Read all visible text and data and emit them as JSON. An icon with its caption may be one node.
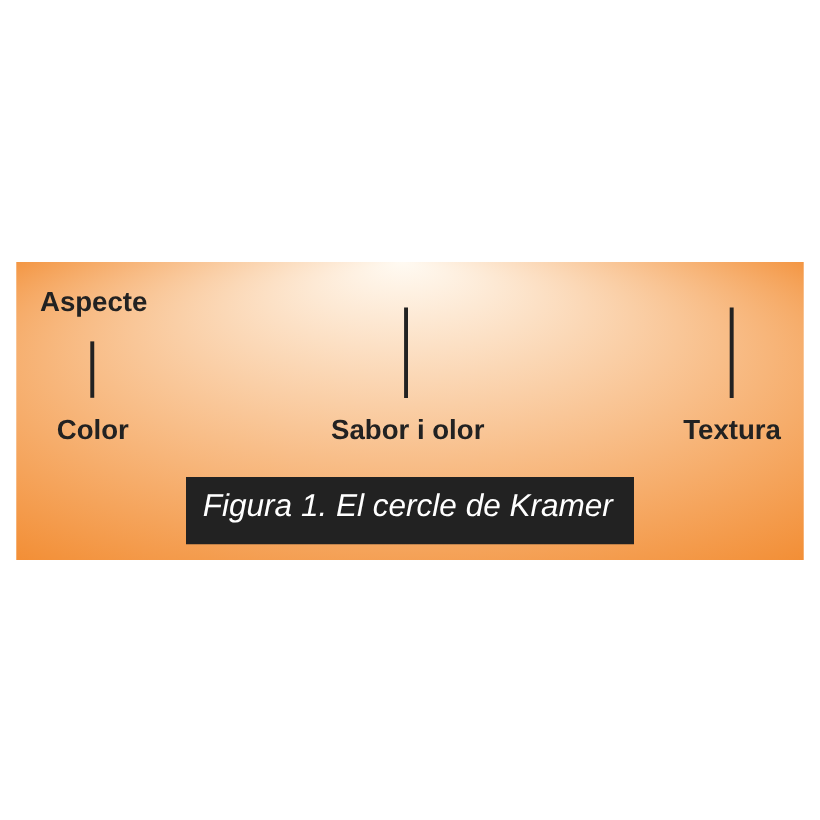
{
  "diagram": {
    "caption": "Figura 1. El cercle de Kramer",
    "nodes": [
      {
        "text": [
          "Aspecte"
        ]
      },
      {
        "text": [
          "Color"
        ]
      },
      {
        "text": [
          "Sabor i olor"
        ]
      },
      {
        "text": [
          "Textura"
        ]
      }
    ],
    "edges": [
      {
        "from": 0,
        "to": 1,
        "arrow": "none"
      },
      {
        "from": 2,
        "to": null,
        "arrow": "none"
      },
      {
        "from": 3,
        "to": null,
        "arrow": "none"
      }
    ]
  }
}
